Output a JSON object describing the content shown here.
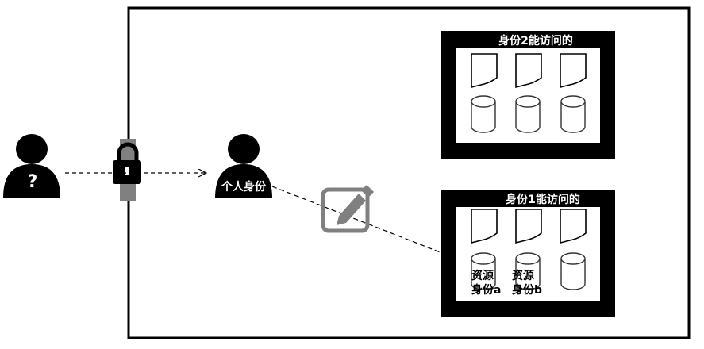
{
  "unknown_user": {
    "symbol": "?"
  },
  "user": {
    "label": "个人身份"
  },
  "groups": [
    {
      "title": "身份2能访问的",
      "resource_labels": [
        "",
        "",
        ""
      ]
    },
    {
      "title": "身份1能访问的",
      "resource_labels": [
        "资源\n身份a",
        "资源\n身份b",
        ""
      ]
    }
  ]
}
